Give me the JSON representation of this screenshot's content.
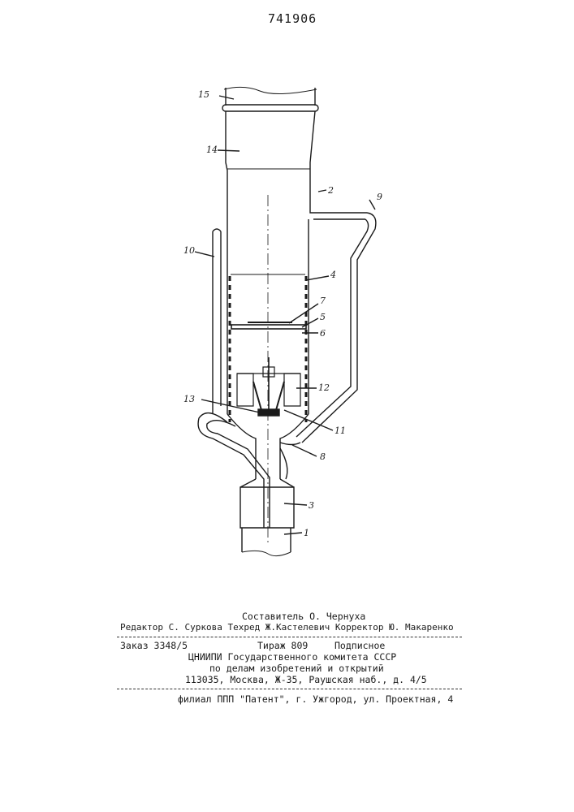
{
  "header": {
    "patent_number": "741906"
  },
  "figure": {
    "labels": {
      "l1": "1",
      "l2": "2",
      "l3": "3",
      "l4": "4",
      "l5": "5",
      "l6": "6",
      "l7": "7",
      "l8": "8",
      "l9": "9",
      "l10": "10",
      "l11": "11",
      "l12": "12",
      "l13": "13",
      "l14": "14",
      "l15": "15"
    }
  },
  "imprint": {
    "compiler": "Составитель О. Чернуха",
    "editors": "Редактор С. Суркова Техред Ж.Кастелевич Корректор Ю. Макаренко",
    "order": "Заказ 3348/5",
    "circulation": "Тираж 809",
    "subscription": "Подписное",
    "institute": "ЦНИИПИ Государственного комитета СССР",
    "institute_line2": "по делам изобретений и открытий",
    "address": "113035, Москва, Ж-35, Раушская наб., д. 4/5",
    "branch": "филиал ППП \"Патент\", г. Ужгород, ул. Проектная, 4"
  }
}
